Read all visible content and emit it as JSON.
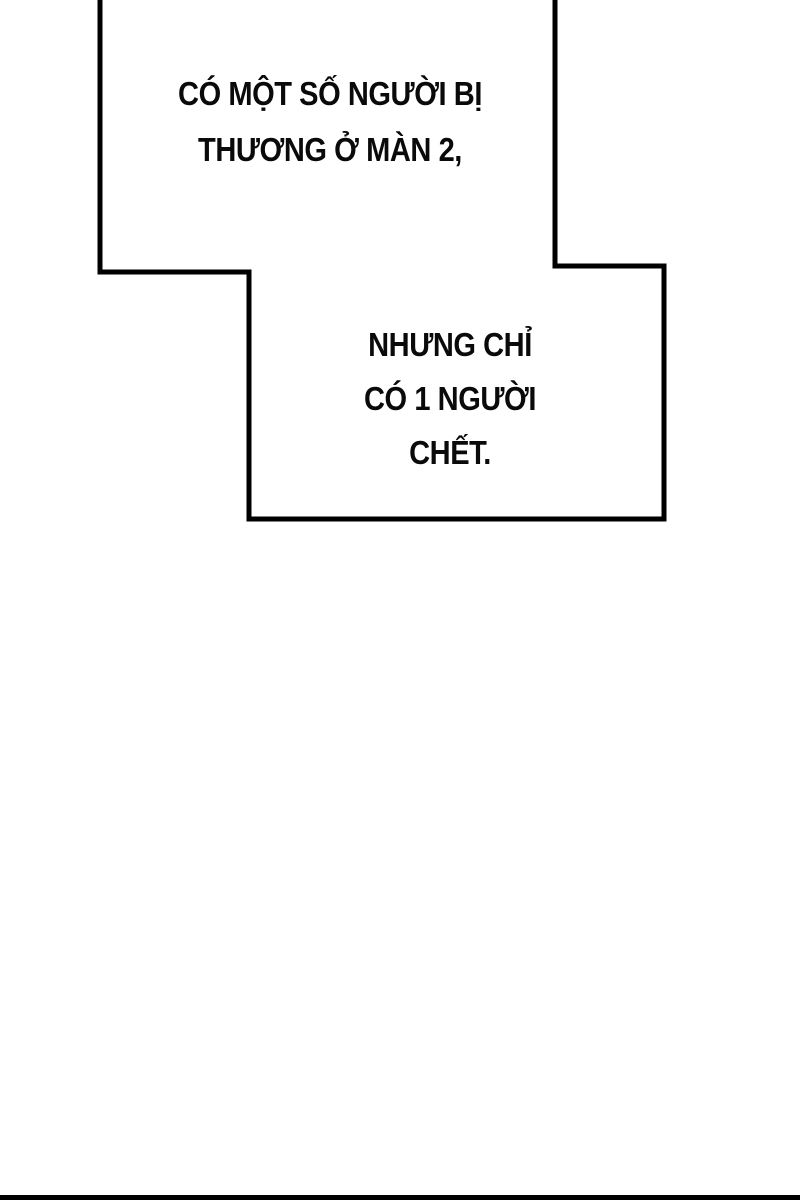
{
  "colors": {
    "background": "#ffffff",
    "border": "#000000",
    "text": "#0a0a0a"
  },
  "caption_box_1": {
    "lines": [
      "CÓ MỘT SỐ NGƯỜI BỊ",
      "THƯƠNG Ở MÀN 2,"
    ]
  },
  "caption_box_2": {
    "lines": [
      "NHƯNG CHỈ",
      "CÓ 1 NGƯỜI",
      "CHẾT."
    ]
  }
}
